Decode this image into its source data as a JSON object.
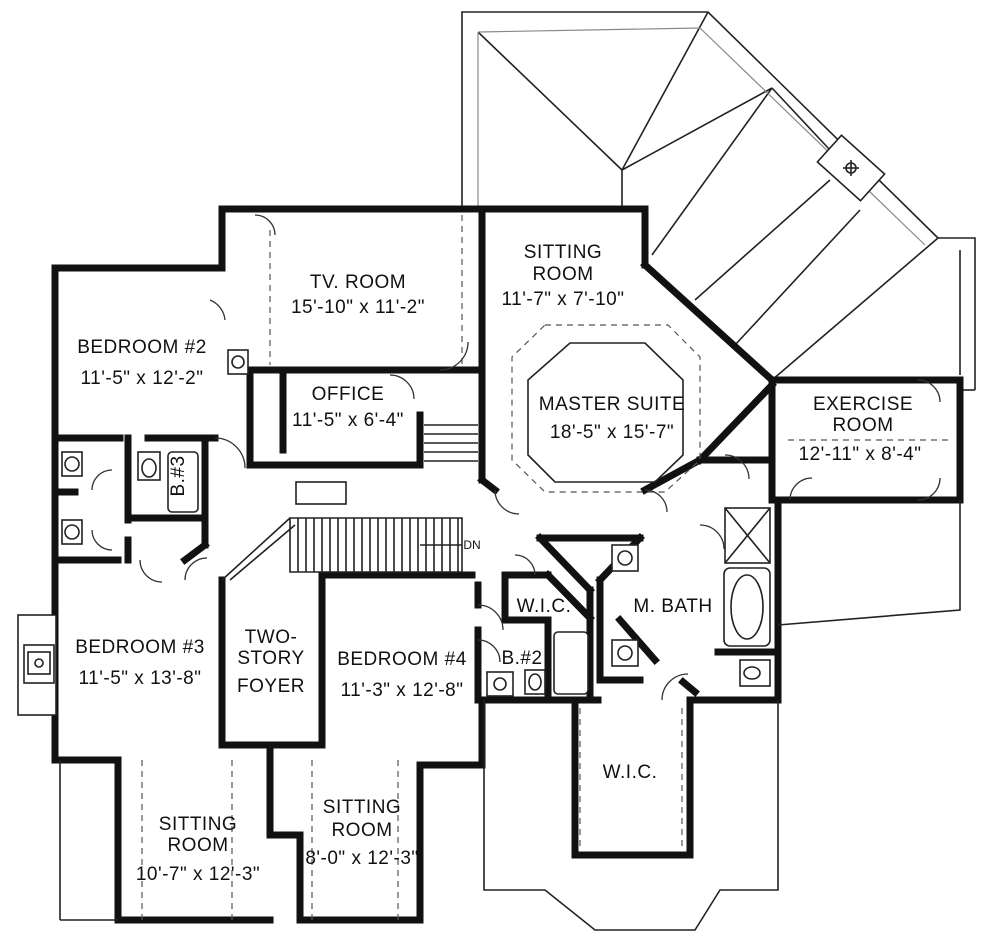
{
  "plan": {
    "rooms": [
      {
        "id": "tv-room",
        "name": "TV. ROOM",
        "dims": "15'-10\" x 11'-2\""
      },
      {
        "id": "sitting-room-master",
        "name_line1": "SITTING",
        "name_line2": "ROOM",
        "dims": "11'-7\" x 7'-10\""
      },
      {
        "id": "bedroom-2",
        "name": "BEDROOM #2",
        "dims": "11'-5\" x 12'-2\""
      },
      {
        "id": "office",
        "name": "OFFICE",
        "dims": "11'-5\" x 6'-4\""
      },
      {
        "id": "master-suite",
        "name": "MASTER SUITE",
        "dims": "18'-5\" x 15'-7\""
      },
      {
        "id": "exercise-room",
        "name_line1": "EXERCISE",
        "name_line2": "ROOM",
        "dims": "12'-11\" x 8'-4\""
      },
      {
        "id": "bath-3",
        "name": "B.#3"
      },
      {
        "id": "wic-upper",
        "name": "W.I.C."
      },
      {
        "id": "m-bath",
        "name": "M. BATH"
      },
      {
        "id": "bath-2",
        "name": "B.#2"
      },
      {
        "id": "bedroom-3",
        "name": "BEDROOM #3",
        "dims": "11'-5\" x 13'-8\""
      },
      {
        "id": "two-story-foyer",
        "name_line1": "TWO-",
        "name_line2": "STORY",
        "name_line3": "FOYER"
      },
      {
        "id": "bedroom-4",
        "name": "BEDROOM #4",
        "dims": "11'-3\" x 12'-8\""
      },
      {
        "id": "wic-lower",
        "name": "W.I.C."
      },
      {
        "id": "sitting-room-left",
        "name_line1": "SITTING",
        "name_line2": "ROOM",
        "dims": "10'-7\" x 12'-3\""
      },
      {
        "id": "sitting-room-right",
        "name_line1": "SITTING",
        "name_line2": "ROOM",
        "dims": "8'-0\" x 12'-3\""
      }
    ],
    "stair_label": "DN"
  }
}
